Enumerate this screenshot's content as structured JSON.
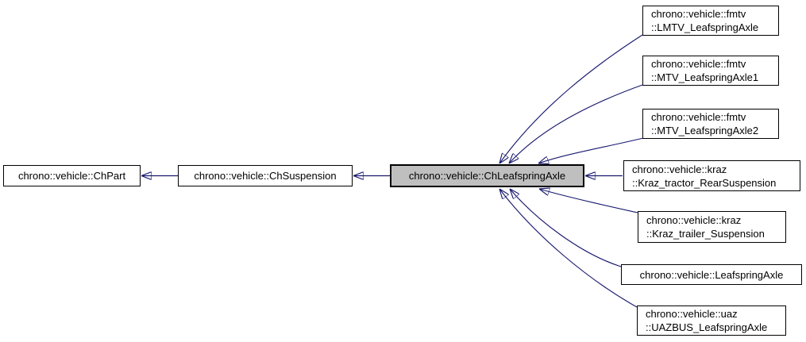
{
  "diagram": {
    "kind": "doxygen-inheritance-graph",
    "background_color": "#ffffff",
    "arrow_color": "#191970",
    "node_border_color": "#000000",
    "highlighted_node_fill": "#bfbfbf",
    "highlighted_node": "chrono::vehicle::ChLeafspringAxle"
  },
  "nodes": {
    "chpart": {
      "line1": "chrono::vehicle::ChPart"
    },
    "chsuspension": {
      "line1": "chrono::vehicle::ChSuspension"
    },
    "chleafspringaxle": {
      "line1": "chrono::vehicle::ChLeafspringAxle"
    },
    "lmtv": {
      "line1": "chrono::vehicle::fmtv",
      "line2": "::LMTV_LeafspringAxle"
    },
    "mtv1": {
      "line1": "chrono::vehicle::fmtv",
      "line2": "::MTV_LeafspringAxle1"
    },
    "mtv2": {
      "line1": "chrono::vehicle::fmtv",
      "line2": "::MTV_LeafspringAxle2"
    },
    "kraz_tractor": {
      "line1": "chrono::vehicle::kraz",
      "line2": "::Kraz_tractor_RearSuspension"
    },
    "kraz_trailer": {
      "line1": "chrono::vehicle::kraz",
      "line2": "::Kraz_trailer_Suspension"
    },
    "leafspringaxle": {
      "line1": "chrono::vehicle::LeafspringAxle"
    },
    "uazbus": {
      "line1": "chrono::vehicle::uaz",
      "line2": "::UAZBUS_LeafspringAxle"
    }
  },
  "edges": [
    {
      "from": "chrono::vehicle::ChSuspension",
      "to": "chrono::vehicle::ChPart"
    },
    {
      "from": "chrono::vehicle::ChLeafspringAxle",
      "to": "chrono::vehicle::ChSuspension"
    },
    {
      "from": "chrono::vehicle::fmtv::LMTV_LeafspringAxle",
      "to": "chrono::vehicle::ChLeafspringAxle"
    },
    {
      "from": "chrono::vehicle::fmtv::MTV_LeafspringAxle1",
      "to": "chrono::vehicle::ChLeafspringAxle"
    },
    {
      "from": "chrono::vehicle::fmtv::MTV_LeafspringAxle2",
      "to": "chrono::vehicle::ChLeafspringAxle"
    },
    {
      "from": "chrono::vehicle::kraz::Kraz_tractor_RearSuspension",
      "to": "chrono::vehicle::ChLeafspringAxle"
    },
    {
      "from": "chrono::vehicle::kraz::Kraz_trailer_Suspension",
      "to": "chrono::vehicle::ChLeafspringAxle"
    },
    {
      "from": "chrono::vehicle::LeafspringAxle",
      "to": "chrono::vehicle::ChLeafspringAxle"
    },
    {
      "from": "chrono::vehicle::uaz::UAZBUS_LeafspringAxle",
      "to": "chrono::vehicle::ChLeafspringAxle"
    }
  ]
}
